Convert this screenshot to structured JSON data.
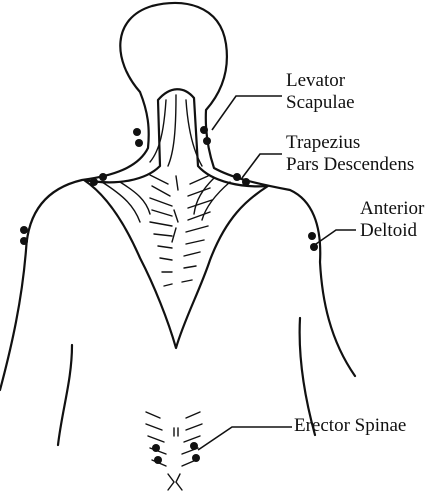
{
  "labels": {
    "levator": [
      "Levator",
      "Scapulae"
    ],
    "trapezius": [
      "Trapezius",
      "Pars Descendens"
    ],
    "deltoid": [
      "Anterior",
      "Deltoid"
    ],
    "erector": [
      "Erector Spinae"
    ]
  }
}
